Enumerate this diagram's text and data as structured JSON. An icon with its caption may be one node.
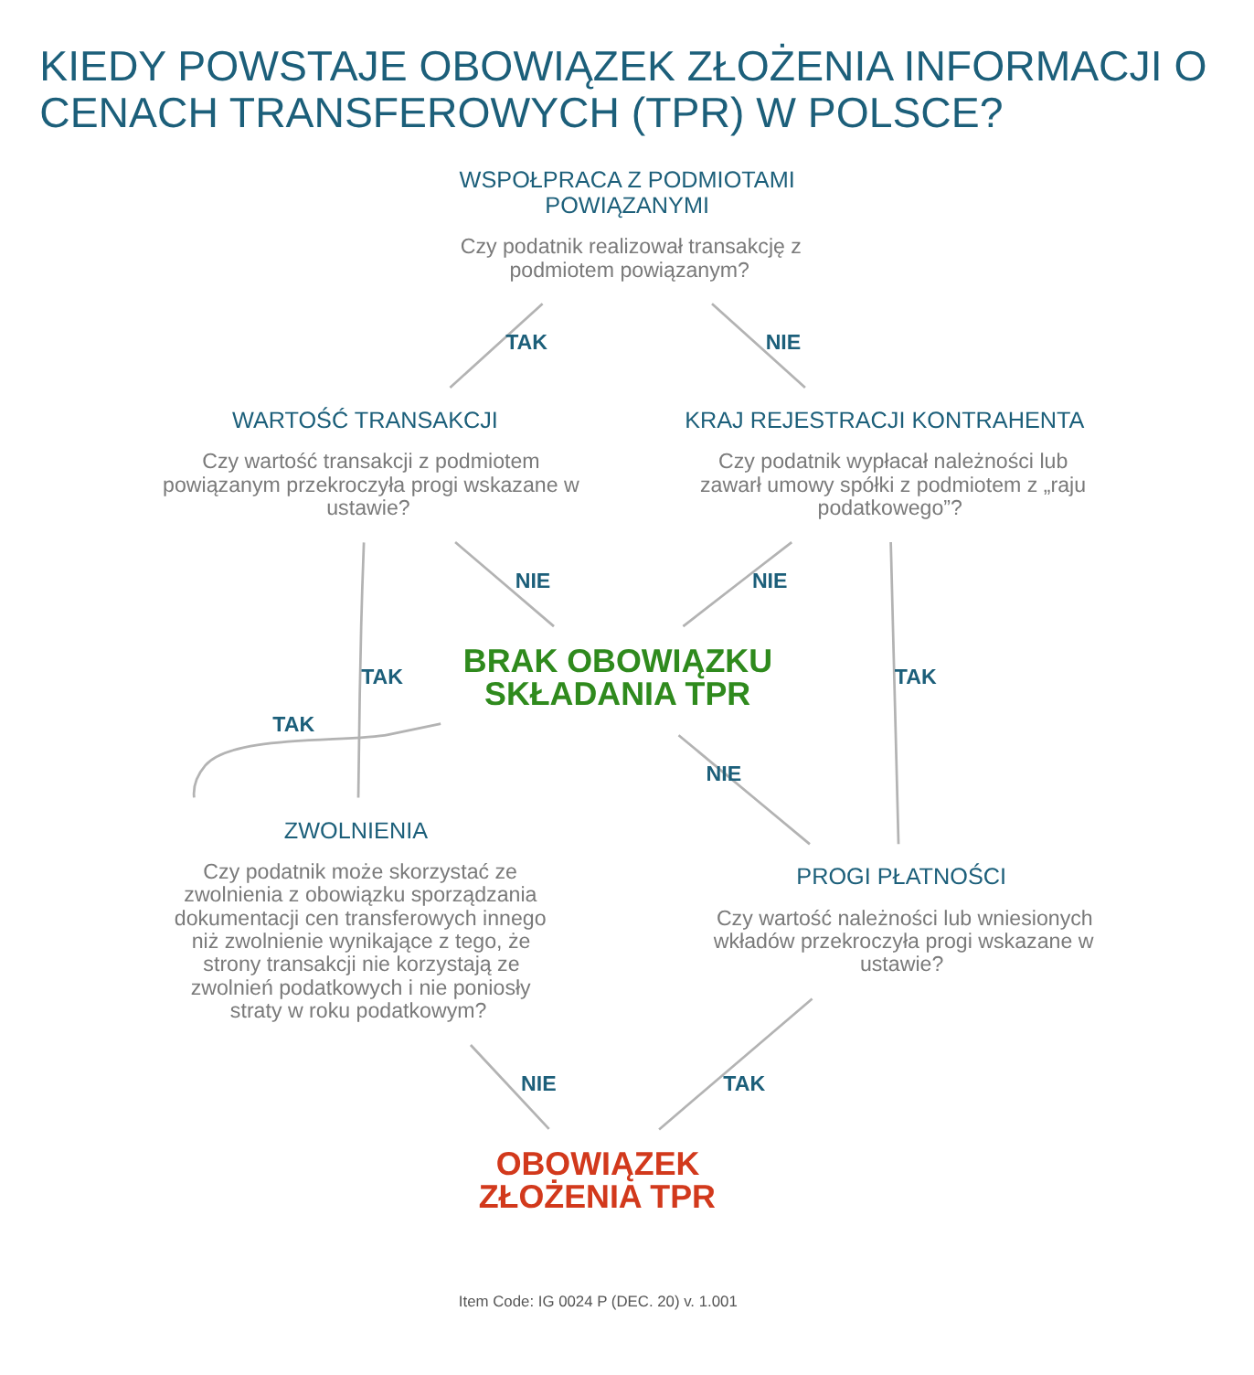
{
  "diagram": {
    "title": "KIEDY POWSTAJE OBOWIĄZEK ZŁOŻENIA INFORMACJI O CENACH TRANSFEROWYCH (TPR) W POLSCE?",
    "nodes": [
      {
        "text": [
          "WSPOŁPRACA Z PODMIOTAMI POWIĄZANYMI",
          "Czy podatnik realizował transakcję z podmiotem powiązanym?"
        ]
      },
      {
        "text": [
          "WARTOŚĆ TRANSAKCJI",
          "Czy wartość transakcji z podmiotem powiązanym przekroczyła progi wskazane w ustawie?"
        ]
      },
      {
        "text": [
          "KRAJ REJESTRACJI KONTRAHENTA",
          "Czy podatnik wypłacał należności lub zawarł umowy spółki z podmiotem z „raju podatkowego”?"
        ]
      },
      {
        "text": [
          "BRAK OBOWIĄZKU SKŁADANIA TPR"
        ]
      },
      {
        "text": [
          "ZWOLNIENIA",
          "Czy podatnik może skorzystać ze zwolnienia z obowiązku sporządzania dokumentacji cen transferowych innego niż zwolnienie wynikające z tego, że strony transakcji nie korzystają ze zwolnień podatkowych i nie poniosły straty w roku podatkowym?"
        ]
      },
      {
        "text": [
          "PROGI PŁATNOŚCI",
          "Czy wartość należności lub wniesionych wkładów przekroczyła progi wskazane w ustawie?"
        ]
      },
      {
        "text": [
          "OBOWIĄZEK ZŁOŻENIA TPR"
        ]
      }
    ],
    "edges": [
      {
        "from": 0,
        "to": 1,
        "arrow": "none",
        "label": "TAK"
      },
      {
        "from": 0,
        "to": 2,
        "arrow": "none",
        "label": "NIE"
      },
      {
        "from": 1,
        "to": 4,
        "arrow": "none",
        "label": "TAK"
      },
      {
        "from": 1,
        "to": 3,
        "arrow": "none",
        "label": "NIE"
      },
      {
        "from": 2,
        "to": 3,
        "arrow": "none",
        "label": "NIE"
      },
      {
        "from": 2,
        "to": 5,
        "arrow": "none",
        "label": "TAK"
      },
      {
        "from": 4,
        "to": 6,
        "arrow": "none",
        "label": "NIE"
      },
      {
        "from": 4,
        "to": 3,
        "arrow": "none",
        "label": "TAK"
      },
      {
        "from": 5,
        "to": 3,
        "arrow": "none",
        "label": "NIE"
      },
      {
        "from": 5,
        "to": 6,
        "arrow": "none",
        "label": "TAK"
      }
    ],
    "labels": [
      "Item Code: IG 0024 P (DEC. 20) v. 1.001"
    ]
  }
}
